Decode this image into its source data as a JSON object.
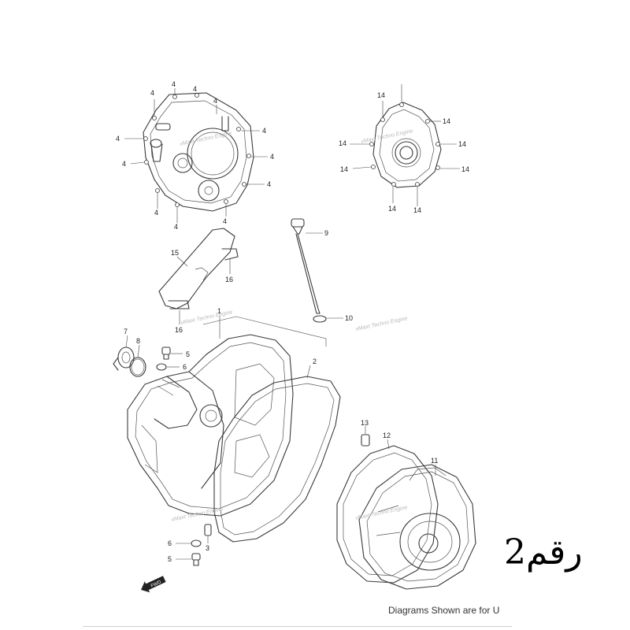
{
  "callouts": {
    "c1": "1",
    "c2": "2",
    "c3": "3",
    "c4": "4",
    "c5": "5",
    "c6": "6",
    "c7": "7",
    "c8": "8",
    "c9": "9",
    "c10": "10",
    "c11": "11",
    "c12": "12",
    "c13": "13",
    "c14": "14",
    "c15": "15",
    "c16": "16"
  },
  "watermark": "vMaxt Techno Engine",
  "front_marker": "FWD",
  "caption": "Diagrams Shown are for U",
  "figure_label": "رقم2"
}
